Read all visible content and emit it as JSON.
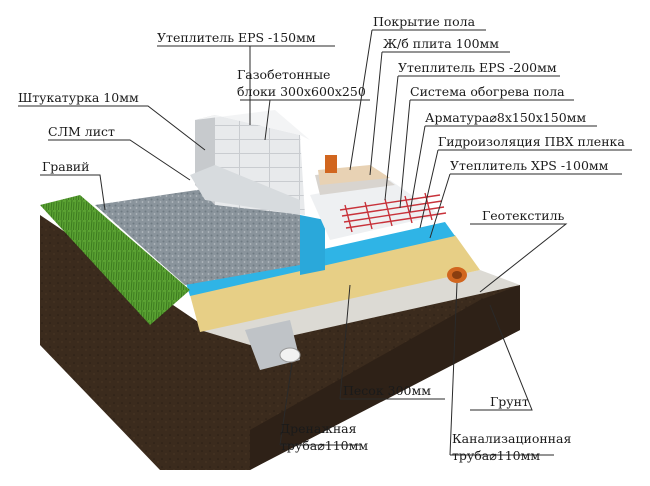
{
  "labels": {
    "insulation_eps_150": "Утеплитель EPS -150мм",
    "gas_blocks": "Газобетонные\nблоки 300х600х250",
    "plaster": "Штукатурка 10мм",
    "slm_sheet": "СЛМ лист",
    "gravel": "Гравий",
    "floor_covering": "Покрытие пола",
    "rc_slab": "Ж/б плита 100мм",
    "insulation_eps_200": "Утеплитель EPS -200мм",
    "floor_heating": "Система обогрева пола",
    "rebar": "Арматура⌀8х150х150мм",
    "waterproofing": "Гидроизоляция ПВХ пленка",
    "insulation_xps_100": "Утеплитель XPS -100мм",
    "geotextile": "Геотекстиль",
    "sand": "Песок 300мм",
    "soil": "Грунт",
    "drain_pipe": "Дренажная\nтруба⌀110мм",
    "sewer_pipe": "Канализационная\nтруба⌀110мм"
  },
  "colors": {
    "soil": "#3a2a1c",
    "gravel": "#8a949c",
    "sand": "#e7cf86",
    "xps_blue": "#2fb4e6",
    "grass": "#4f9a2c",
    "blocks": "#e6e8ea",
    "pipe_orange": "#d1661f",
    "rebar_red": "#c8323a"
  }
}
